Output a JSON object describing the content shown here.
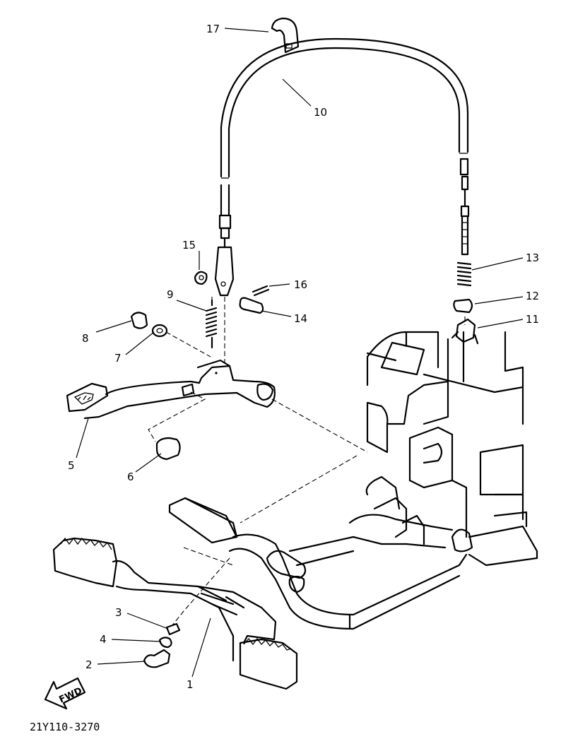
{
  "diagram": {
    "part_code": "21Y110-3270",
    "direction_label": "FWD",
    "callouts": [
      "1",
      "2",
      "3",
      "4",
      "5",
      "6",
      "7",
      "8",
      "9",
      "10",
      "11",
      "12",
      "13",
      "14",
      "15",
      "16",
      "17"
    ]
  }
}
